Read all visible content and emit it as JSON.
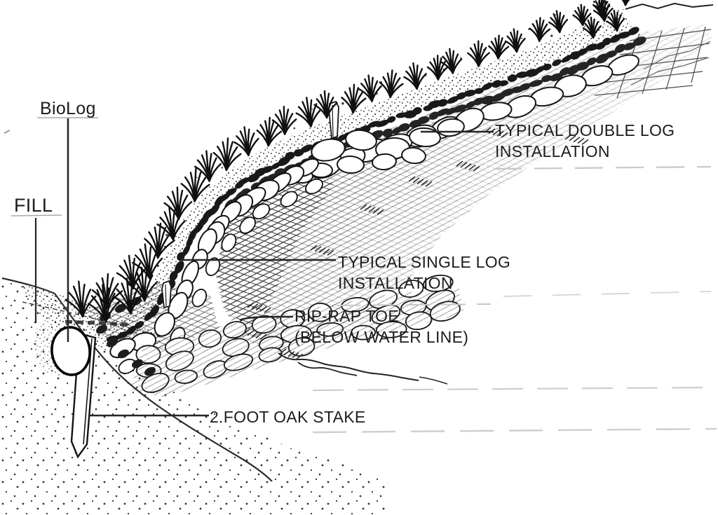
{
  "labels": {
    "biolog": "BioLog",
    "fill": "FILL",
    "double_log_line1": "TYPICAL DOUBLE LOG",
    "double_log_line2": "INSTALLATION",
    "single_log_line1": "TYPICAL SINGLE LOG",
    "single_log_line2": "INSTALLATION",
    "riprap_line1": "RIP-RAP TOE",
    "riprap_line2": "(BELOW WATER LINE)",
    "oak_stake": "2 FOOT OAK STAKE"
  },
  "colors": {
    "ink": "#1a1a1a",
    "hatch_gray": "#3c3c3c",
    "paper": "#ffffff",
    "scan_gray": "#c8c8c8"
  }
}
